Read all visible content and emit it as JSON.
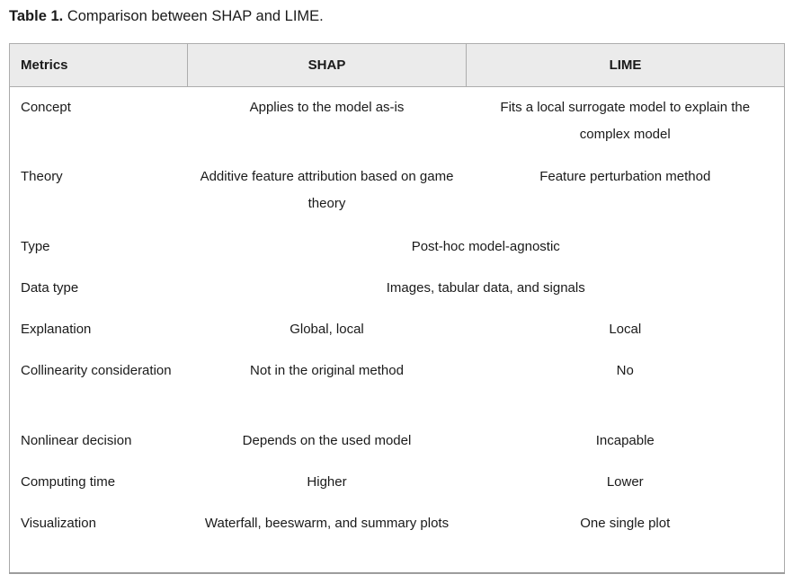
{
  "caption": {
    "label": "Table 1.",
    "text": "Comparison between SHAP and LIME."
  },
  "table": {
    "headers": {
      "metrics": "Metrics",
      "shap": "SHAP",
      "lime": "LIME"
    },
    "rows": [
      {
        "metric": "Concept",
        "shap": "Applies to the model as-is",
        "lime": "Fits a local surrogate model to explain the complex model"
      },
      {
        "metric": "Theory",
        "shap": "Additive feature attribution based on game theory",
        "lime": "Feature perturbation method"
      },
      {
        "metric": "Type",
        "span": "Post-hoc model-agnostic"
      },
      {
        "metric": "Data type",
        "span": "Images, tabular data, and signals"
      },
      {
        "metric": "Explanation",
        "shap": "Global, local",
        "lime": "Local"
      },
      {
        "metric": "Collinearity consideration",
        "shap": "Not in the original method",
        "lime": "No"
      },
      {
        "metric": "Nonlinear decision",
        "shap": "Depends on the used model",
        "lime": "Incapable"
      },
      {
        "metric": "Computing time",
        "shap": "Higher",
        "lime": "Lower"
      },
      {
        "metric": "Visualization",
        "shap": "Waterfall, beeswarm, and summary plots",
        "lime": "One single plot"
      }
    ],
    "colors": {
      "header_bg": "#ebebeb",
      "border": "#a9a9a9",
      "text": "#1a1a1a"
    }
  }
}
